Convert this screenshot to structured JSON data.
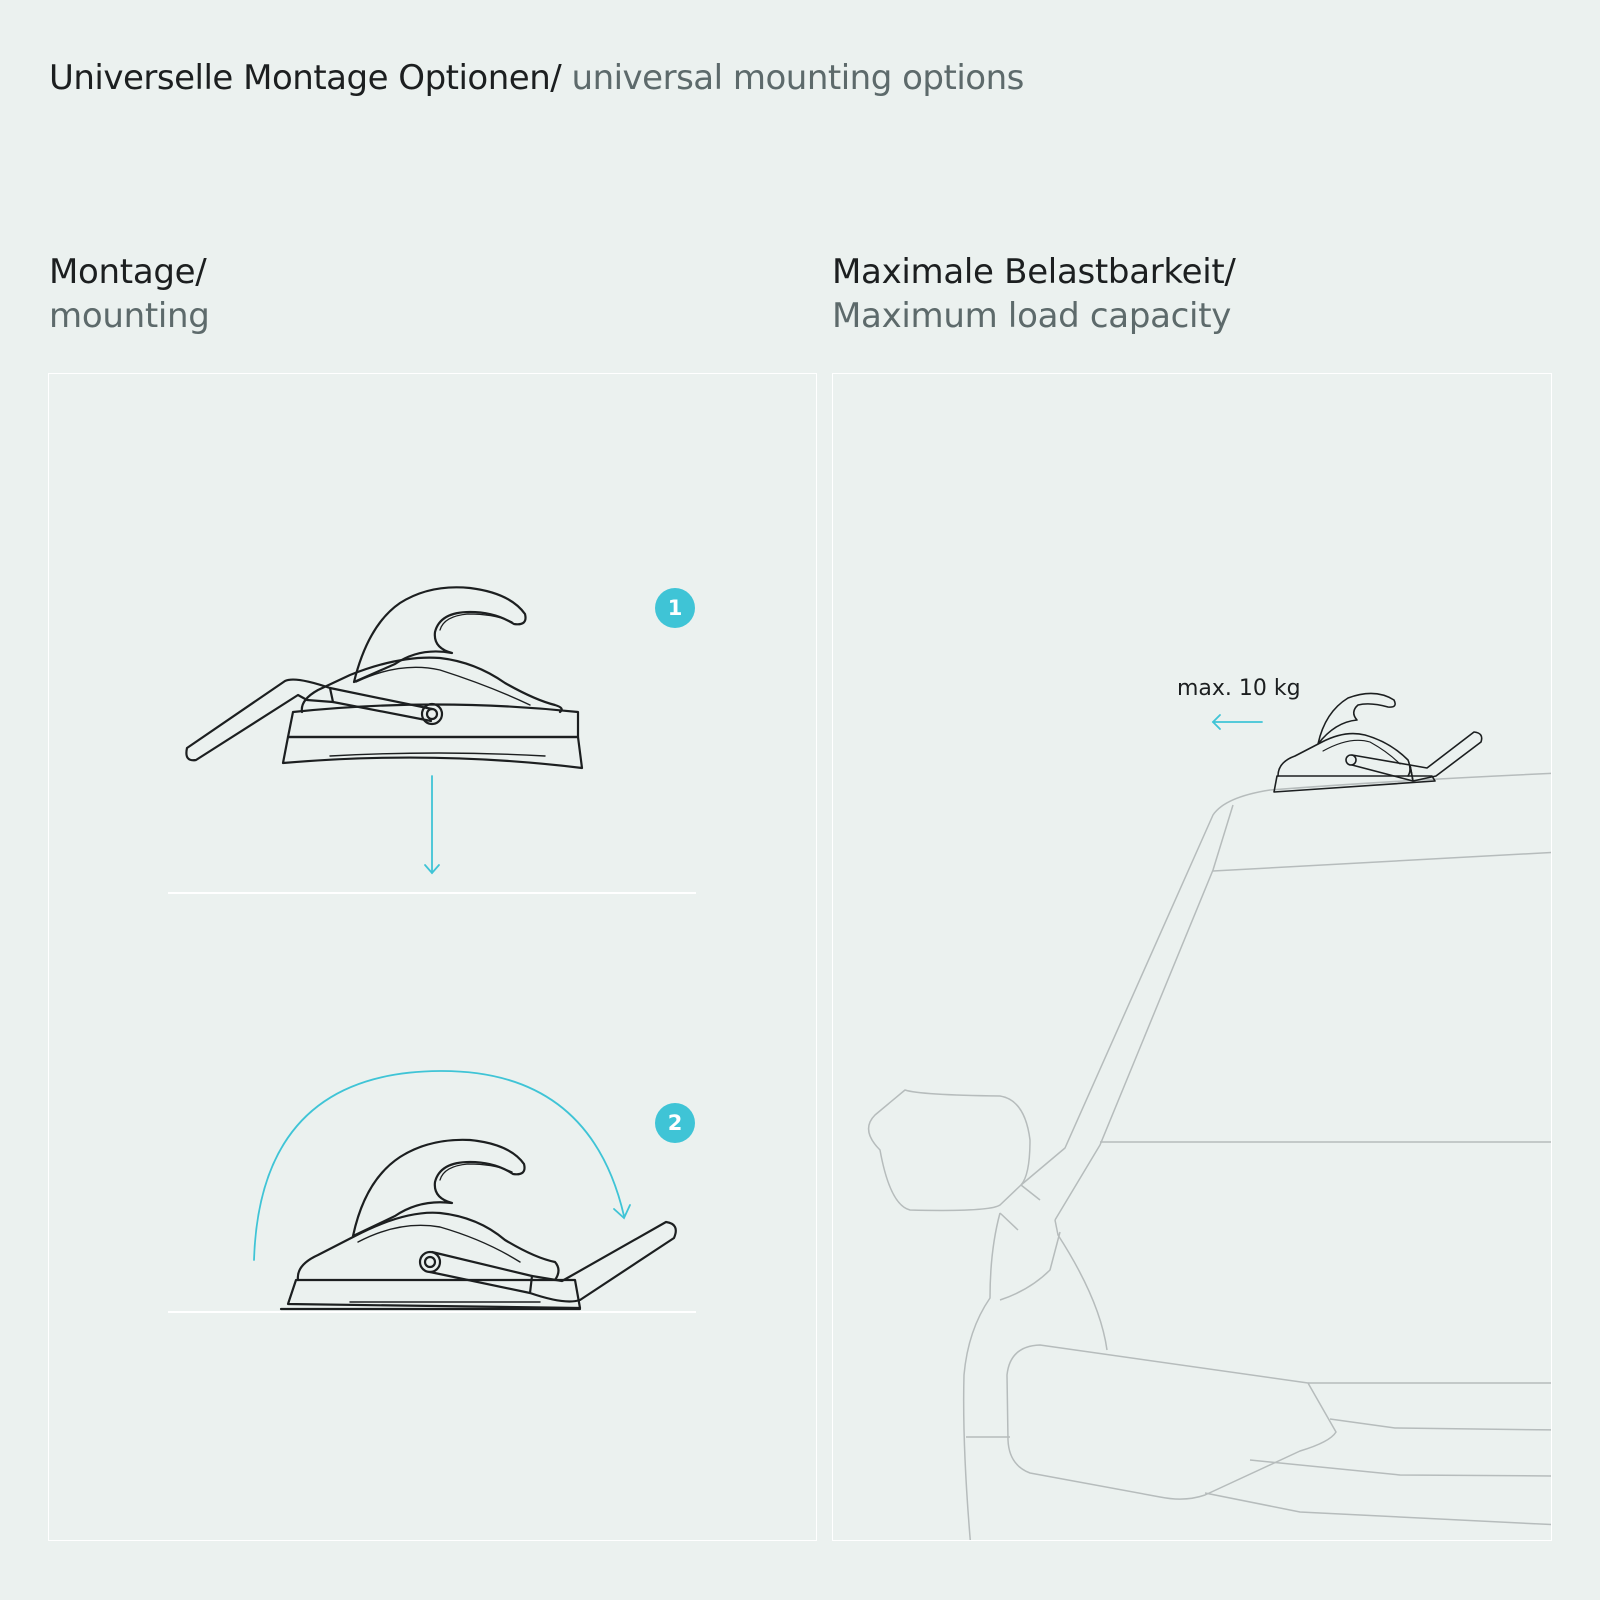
{
  "header": {
    "title_de": "Universelle Montage Optionen/",
    "title_en": "universal mounting options"
  },
  "mounting": {
    "heading_de": "Montage/",
    "heading_en": "mounting",
    "steps": [
      "1",
      "2"
    ]
  },
  "load": {
    "heading_de": "Maximale Belastbarkeit/",
    "heading_en": "Maximum load capacity",
    "label": "max. 10 kg"
  },
  "colors": {
    "background": "#ebf1ef",
    "accent": "#3fc4d6",
    "text_primary": "#1c1f20",
    "text_secondary": "#5d6a6b"
  }
}
